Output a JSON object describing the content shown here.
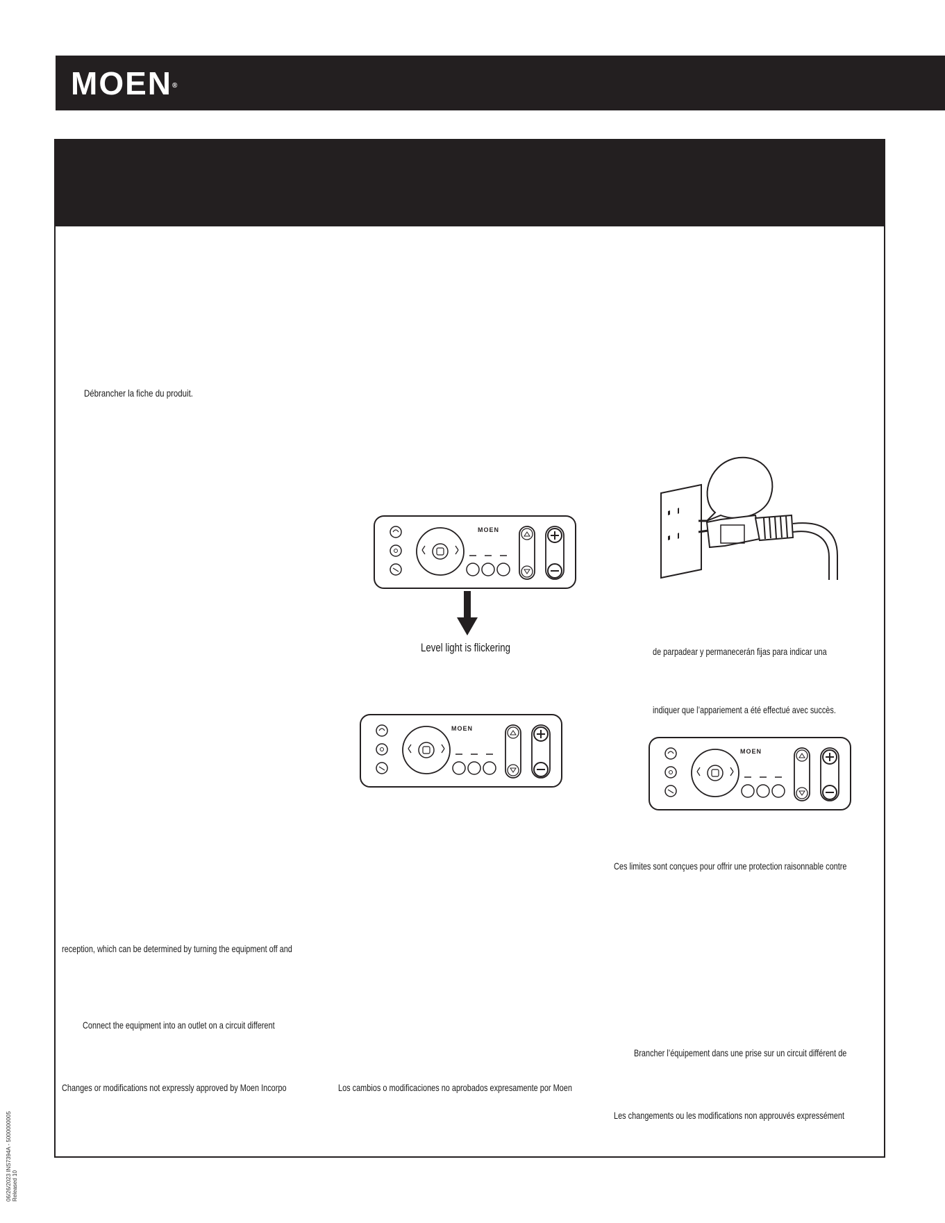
{
  "brand": {
    "logo_text": "MOEN",
    "registered_mark": "®"
  },
  "colors": {
    "header_bar": "#231f20",
    "page_background": "#ffffff"
  },
  "text_fragments": {
    "fr_unplug": "Débrancher la fiche du produit.",
    "en_level_light": "Level light is flickering",
    "es_parpadear": "de parpadear y permanecerán fijas para indicar una",
    "fr_appariement": "indiquer que l’appariement a été effectué avec succès.",
    "fr_limites": "Ces limites sont conçues pour offrir une protection raisonnable contre",
    "en_reception": "reception, which can be determined by turning the equipment off and",
    "en_connect": "Connect the equipment into an outlet on a circuit different",
    "fr_brancher": "Brancher l’équipement dans une prise sur un circuit différent de",
    "en_changes": "Changes or modifications not expressly approved by Moen Incorpo",
    "es_cambios": "Los cambios o modificaciones no aprobados expresamente por Moen",
    "fr_changements": "Les changements ou les modifications non approuvés expressément"
  },
  "remote_panel": {
    "brand_label": "MOEN"
  },
  "margin_note": {
    "line1": "06/26/2023 INS7394A - 5000000005",
    "line2": "Released 10"
  },
  "icons": [
    "remote-control-icon",
    "arrow-down-icon",
    "power-plug-icon",
    "wall-outlet-icon",
    "speech-bubble-icon"
  ]
}
